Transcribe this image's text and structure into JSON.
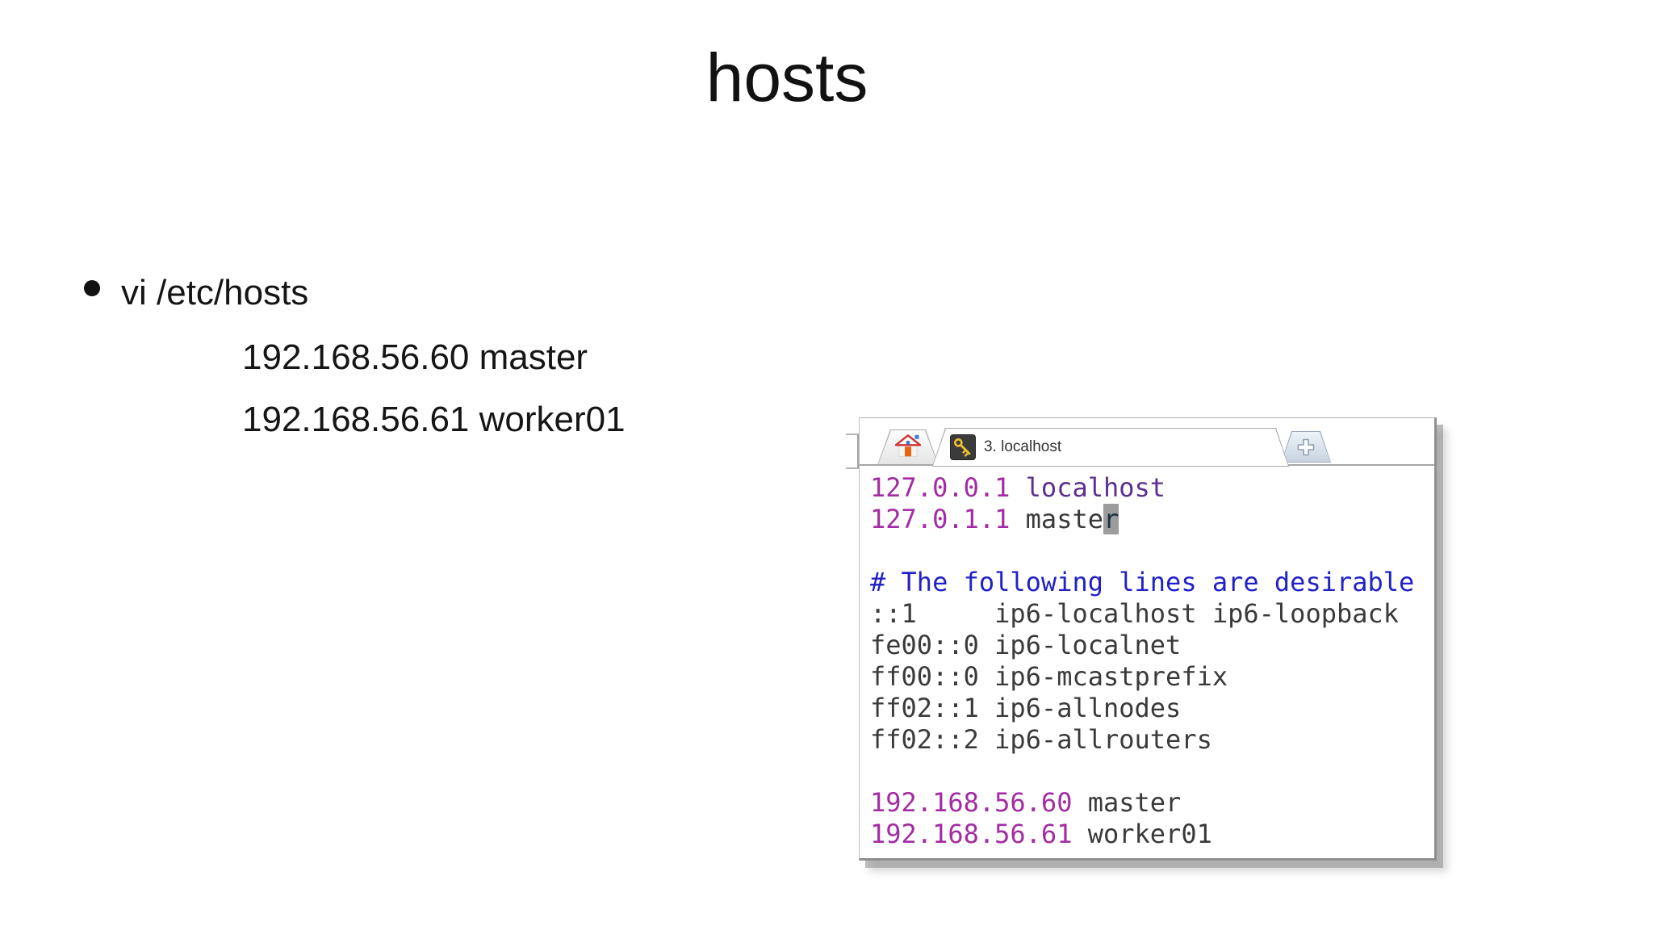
{
  "slide": {
    "title": "hosts",
    "bullet": {
      "label": "vi /etc/hosts",
      "sub_lines": [
        "192.168.56.60 master",
        "192.168.56.61 worker01"
      ]
    }
  },
  "terminal": {
    "tabs": {
      "active_label": "3. localhost"
    },
    "colors": {
      "ip": "#a32ba3",
      "hostname_primary": "#5b2f91",
      "plain": "#3a3a3a",
      "comment": "#2121c6",
      "cursor_bg": "#9c9c9c",
      "cursor_fg": "#17333f"
    },
    "lines": [
      [
        {
          "text": "127.0.0.1 ",
          "style": "ip"
        },
        {
          "text": "localhost",
          "style": "hostname_primary"
        }
      ],
      [
        {
          "text": "127.0.1.1 ",
          "style": "ip"
        },
        {
          "text": "maste",
          "style": "plain"
        },
        {
          "text": "r",
          "style": "cursor"
        }
      ],
      [],
      [
        {
          "text": "# The following lines are desirable",
          "style": "comment"
        }
      ],
      [
        {
          "text": "::1     ip6-localhost ip6-loopback",
          "style": "plain"
        }
      ],
      [
        {
          "text": "fe00::0 ip6-localnet",
          "style": "plain"
        }
      ],
      [
        {
          "text": "ff00::0 ip6-mcastprefix",
          "style": "plain"
        }
      ],
      [
        {
          "text": "ff02::1 ip6-allnodes",
          "style": "plain"
        }
      ],
      [
        {
          "text": "ff02::2 ip6-allrouters",
          "style": "plain"
        }
      ],
      [],
      [
        {
          "text": "192.168.56.60 ",
          "style": "ip"
        },
        {
          "text": "master",
          "style": "plain"
        }
      ],
      [
        {
          "text": "192.168.56.61 ",
          "style": "ip"
        },
        {
          "text": "worker01",
          "style": "plain"
        }
      ]
    ]
  }
}
